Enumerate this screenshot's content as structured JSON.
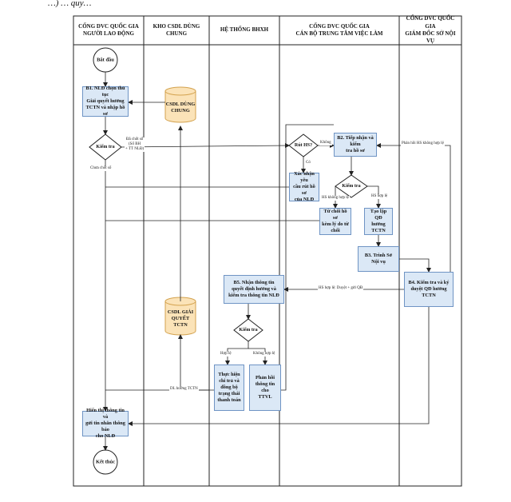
{
  "caption": "…) … quy…",
  "lanes": [
    {
      "title": "CỔNG DVC QUỐC GIA\nNGƯỜI LAO ĐỘNG"
    },
    {
      "title": "KHO CSDL DÙNG CHUNG"
    },
    {
      "title": "HỆ THỐNG BHXH"
    },
    {
      "title": "CỔNG DVC QUỐC GIA\nCÁN BỘ TRUNG TÂM VIỆC LÀM"
    },
    {
      "title": "CỔNG DVC QUỐC GIA\nGIÁM ĐỐC SỞ NỘI VỤ"
    }
  ],
  "terminals": {
    "start": "Bắt đầu",
    "end": "Kết thúc"
  },
  "databases": {
    "shared": "CSDL DÙNG\nCHUNG",
    "resolved": "CSDL GIẢI\nQUYẾT\nTCTN"
  },
  "decisions": {
    "check_worker": "Kiểm tra",
    "withdraw": "Rút HS?",
    "check_center": "Kiểm tra",
    "check_bhxh": "Kiểm tra"
  },
  "steps": {
    "b1": "B1. NLĐ chọn thủ tục\nGiải quyết hưởng\nTCTN và nhập hồ sơ",
    "b2": "B2. Tiếp nhận và kiểm\ntra hồ sơ",
    "confirm_withdraw": "Xác nhận yêu\ncầu rút hồ sơ\ncủa NLĐ",
    "reject": "Từ chối hồ sơ\nkèm lý do từ\nchối",
    "draft_decision": "Tạo lập QĐ\nhưởng TCTN",
    "b3": "B3. Trình Sở\nNội vụ",
    "b4": "B4. Kiểm tra và ký\nduyệt QĐ hưởng\nTCTN",
    "b5": "B5. Nhận thông tin\nquyết định hưởng và\nkiểm tra thông tin NLĐ",
    "execute_pay": "Thực hiện\nchi trả và\nđồng bộ\ntrạng thái\nthanh toán",
    "feedback": "Phản hồi\nthông tin cho\nTTVL",
    "show_notify": "Hiển thị thông tin và\ngửi tin nhắn thông báo\ncho NLĐ"
  },
  "labels": {
    "signed": "Đã chốt sổ\n(Sổ BH\n+ TT NLĐ)",
    "not_signed": "Chưa chốt sổ",
    "no": "Không",
    "yes": "Có",
    "invalid": "HS không hợp lệ",
    "valid": "HS hợp lệ",
    "director_invalid": "Phản hồi HS không hợp lệ",
    "send_bhxh": "HS hợp lệ: Duyệt + gửi QĐ",
    "valid_short": "Hợp lệ",
    "invalid_short": "Không hợp lệ",
    "data_tctn": "DL hưởng TCTN"
  },
  "colors": {
    "box_fill": "#dbe8f6",
    "box_border": "#6f94c4",
    "db_fill": "#fbe3b8",
    "db_border": "#d3a24e",
    "line": "#222222"
  }
}
